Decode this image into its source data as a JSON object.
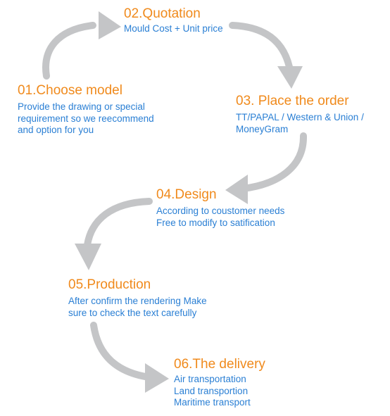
{
  "colors": {
    "title": "#f08a1c",
    "description": "#2a7fd4",
    "arrow": "#c4c5c7",
    "background": "#ffffff"
  },
  "steps": [
    {
      "title": "01.Choose model",
      "lines": [
        "Provide the drawing or special",
        "requirement so we reecommend",
        "and option for you"
      ]
    },
    {
      "title": "02.Quotation",
      "lines": [
        "Mould Cost + Unit price"
      ]
    },
    {
      "title": "03. Place the order",
      "lines": [
        "TT/PAPAL / Western & Union /",
        "MoneyGram"
      ]
    },
    {
      "title": "04.Design",
      "lines": [
        "According to coustomer needs",
        "Free to modify to satification"
      ]
    },
    {
      "title": "05.Production",
      "lines": [
        "After confirm the rendering Make",
        "sure to check the text carefully"
      ]
    },
    {
      "title": "06.The delivery",
      "lines": [
        "Air transportation",
        "Land transportion",
        "Maritime transport"
      ]
    }
  ]
}
